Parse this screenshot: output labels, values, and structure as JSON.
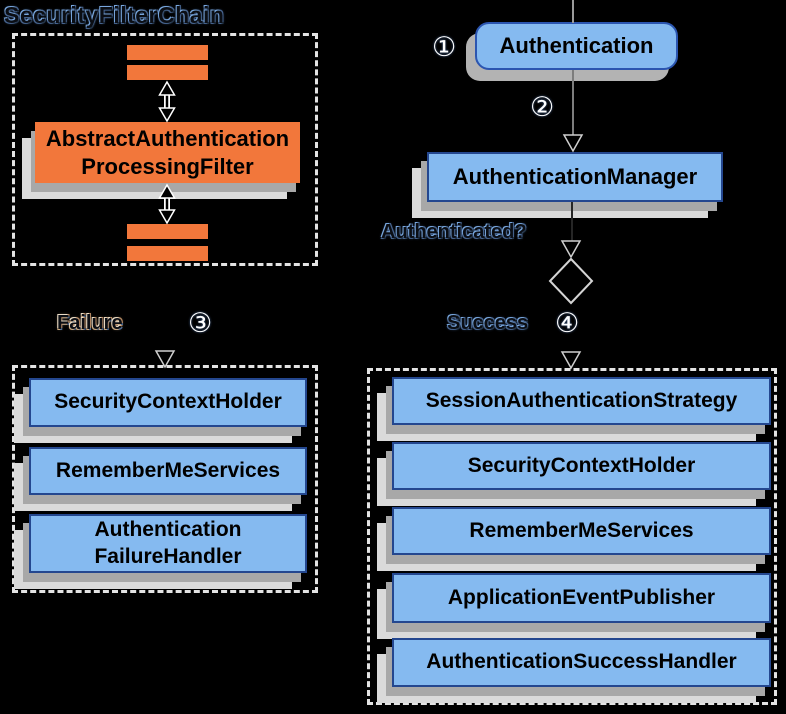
{
  "title": "SecurityFilterChain",
  "filter_chain": {
    "processing_filter": "AbstractAuthentication\nProcessingFilter"
  },
  "flow": {
    "step_1": "①",
    "step_2": "②",
    "step_3": "③",
    "step_4": "④",
    "authentication_node": "Authentication",
    "authentication_manager_node": "AuthenticationManager",
    "decision_question": "Authenticated?",
    "failure_label": "Failure",
    "success_label": "Success"
  },
  "failure_branch": {
    "handlers": [
      "SecurityContextHolder",
      "RememberMeServices",
      "Authentication\nFailureHandler"
    ]
  },
  "success_branch": {
    "handlers": [
      "SessionAuthenticationStrategy",
      "SecurityContextHolder",
      "RememberMeServices",
      "ApplicationEventPublisher",
      "AuthenticationSuccessHandler"
    ]
  },
  "colors": {
    "background": "#000000",
    "filter_orange": "#F2773B",
    "node_blue": "#85BAF0",
    "node_border_navy": "#24478F",
    "rounded_border_blue": "#2B55B0",
    "shadow_gray": "#A8A8A8",
    "shadow_light_gray": "#DADADA",
    "dashed_border": "#E3E3E3",
    "label_glow_blue": "#79A7DD"
  }
}
